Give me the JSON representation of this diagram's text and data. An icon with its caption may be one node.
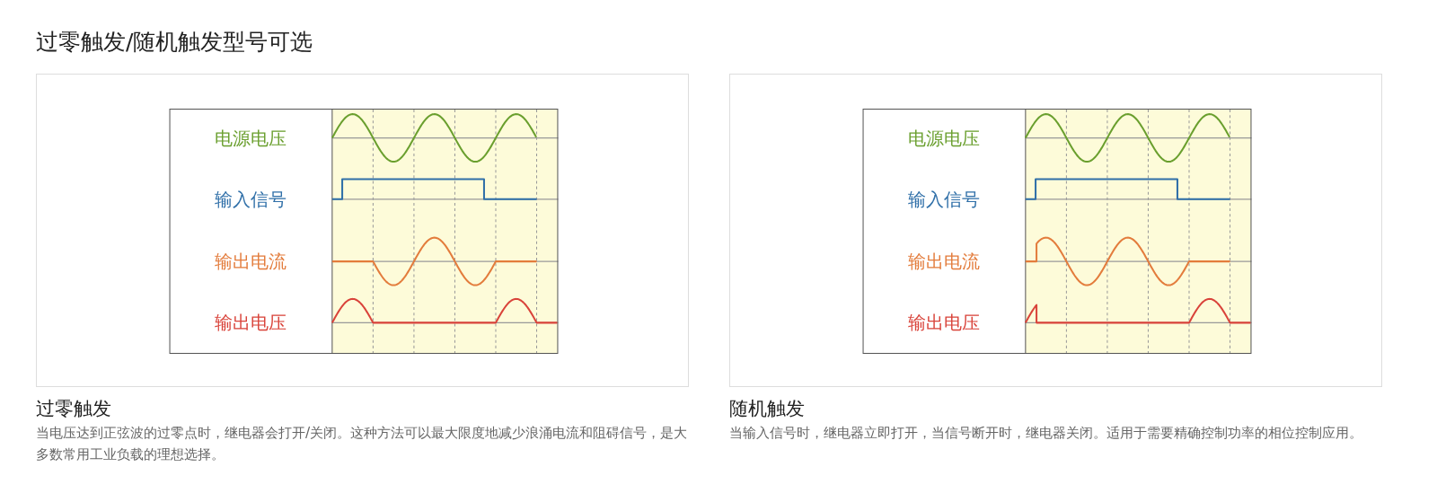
{
  "diagram": {
    "title": "过零触发/随机触发型号可选",
    "labels": [
      "电源电压",
      "输入信号",
      "输出电流",
      "输出电压",
      "过零触发",
      "当电压达到正弦波的过零点时，继电器会打开/关闭。这种方法可以最大限度地减少浪涌电流和阻碍信号，是大多数常用工业负载的理想选择。",
      "电源电压",
      "输入信号",
      "输出电流",
      "输出电压",
      "随机触发",
      "当输入信号时，继电器立即打开，当信号断开时，继电器关闭。适用于需要精确控制功率的相位控制应用。"
    ]
  }
}
